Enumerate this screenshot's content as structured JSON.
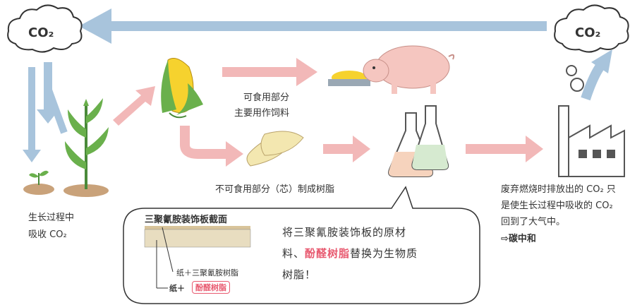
{
  "clouds": {
    "left": "CO₂",
    "right": "CO₂"
  },
  "labels": {
    "edible_line1": "可食用部分",
    "edible_line2": "主要用作饲料",
    "inedible": "不可食用部分（芯）制成树脂",
    "growth_line1": "生长过程中",
    "growth_line2": "吸收 CO₂",
    "burn_line1": "废弃燃烧时排放出的 CO₂ 只",
    "burn_line2": "是使生长过程中吸收的 CO₂",
    "burn_line3": "回到了大气中。",
    "neutral": "⇨碳中和"
  },
  "bubble": {
    "section_title": "三聚氰胺装饰板截面",
    "layer1": "纸＋三聚氰胺树脂",
    "layer2_prefix": "纸＋",
    "layer2_tag": "酚醛树脂",
    "text_line1": "将三聚氰胺装饰板的原材",
    "text_line2_a": "料、",
    "text_line2_highlight": "酚醛树脂",
    "text_line2_b": "替换为生物质",
    "text_line3": "树脂！"
  },
  "colors": {
    "blue_arrow": "#a8c4dc",
    "pink_arrow": "#f2b8b8",
    "highlight": "#e85a70"
  }
}
